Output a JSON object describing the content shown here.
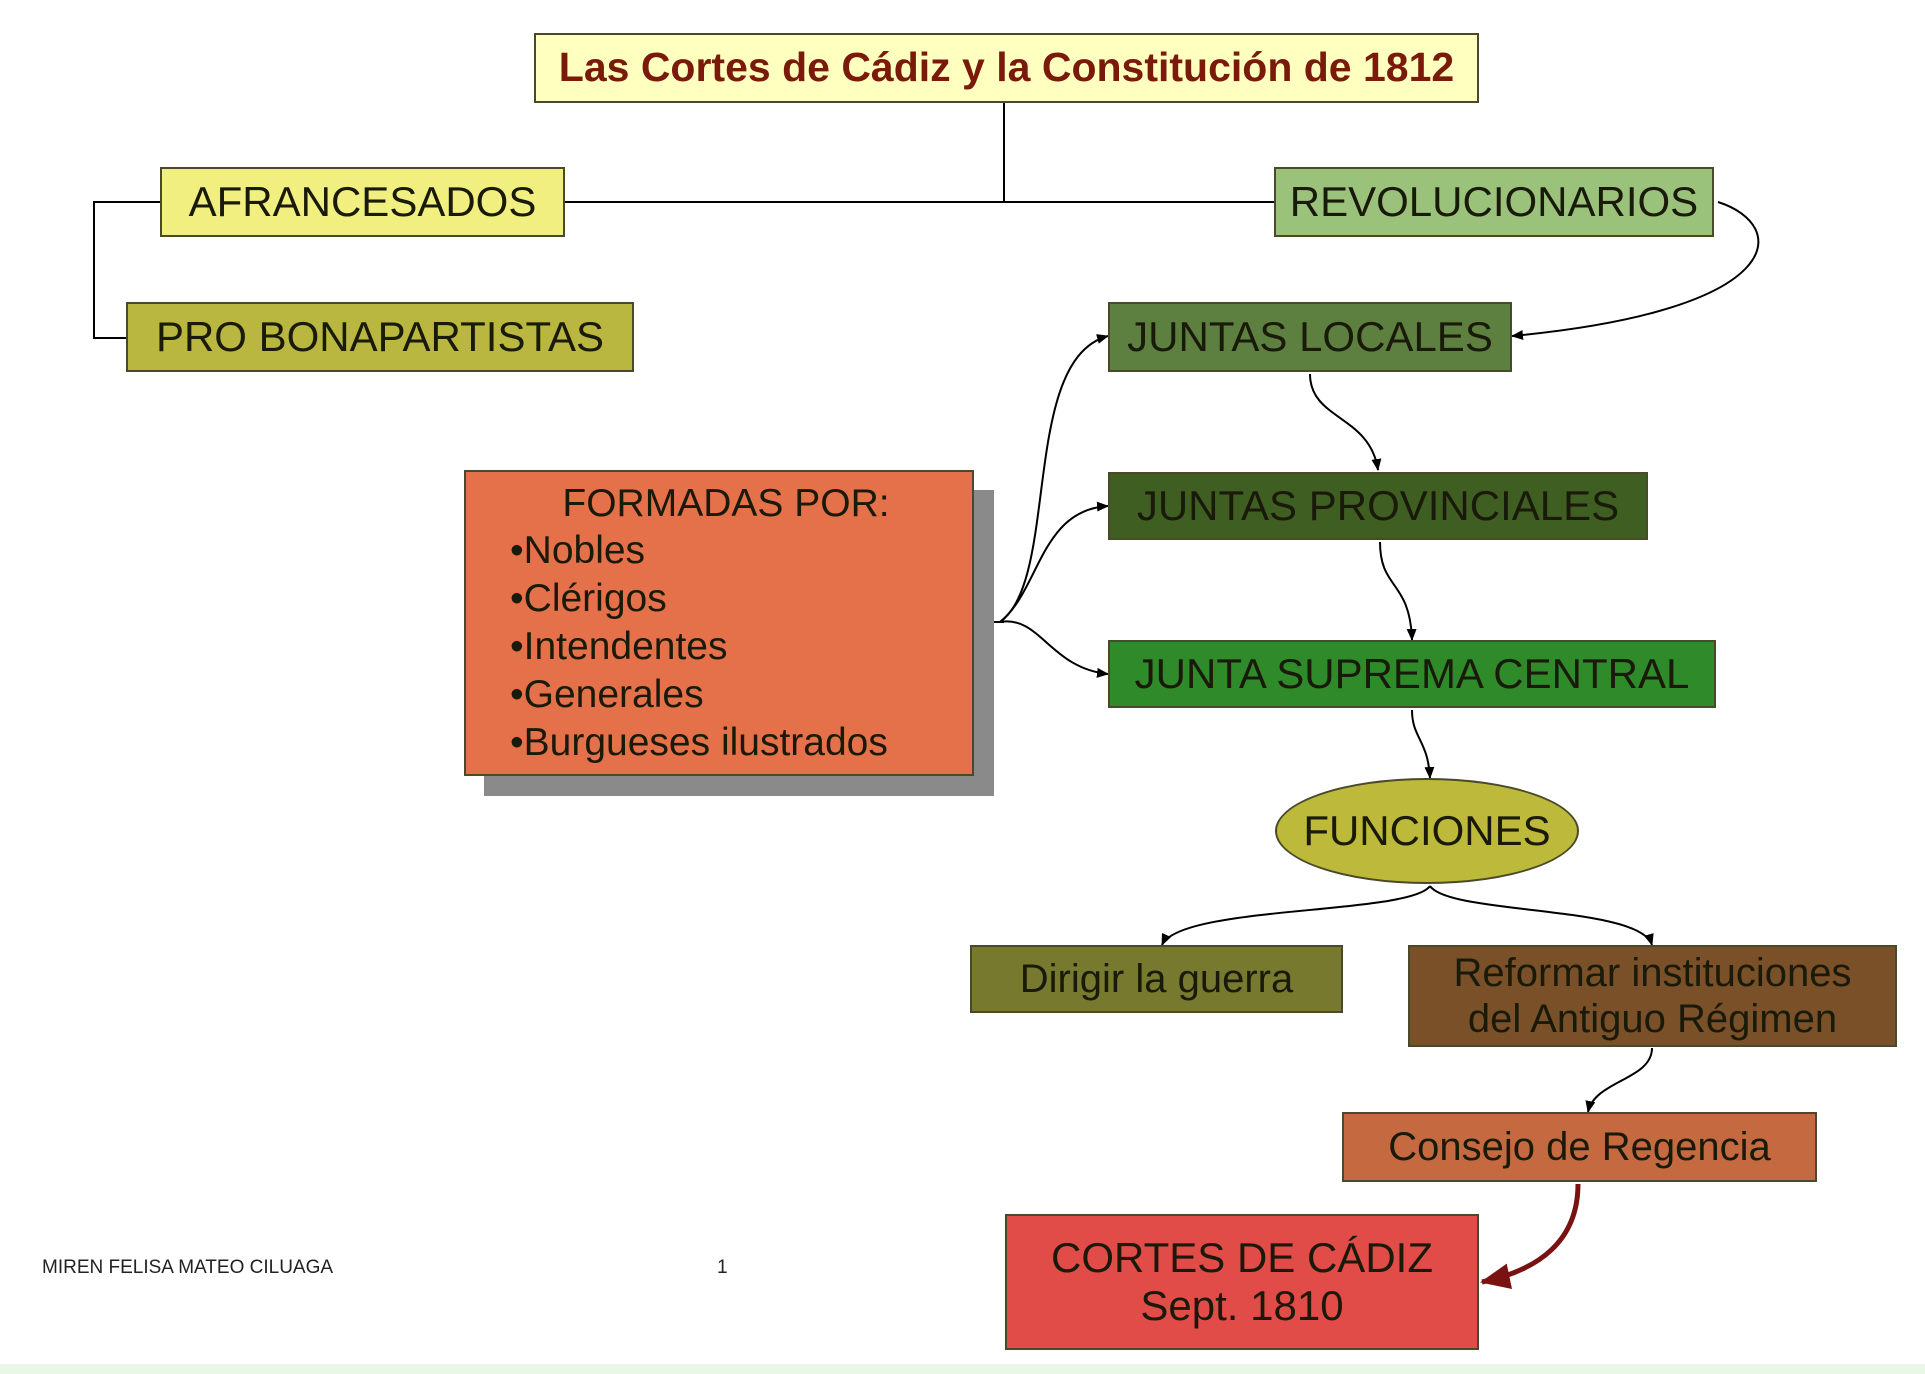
{
  "title": "Las Cortes de Cádiz y la Constitución de 1812",
  "nodes": {
    "afrancesados": "AFRANCESADOS",
    "pro_bonapartistas": "PRO BONAPARTISTAS",
    "revolucionarios": "REVOLUCIONARIOS",
    "juntas_locales": "JUNTAS LOCALES",
    "juntas_provinciales": "JUNTAS PROVINCIALES",
    "junta_suprema": "JUNTA SUPREMA CENTRAL",
    "funciones": "FUNCIONES",
    "dirigir": "Dirigir la guerra",
    "reformar": [
      "Reformar instituciones",
      "del Antiguo Régimen"
    ],
    "consejo": "Consejo de Regencia",
    "cortes": [
      "CORTES DE CÁDIZ",
      "Sept. 1810"
    ]
  },
  "formadas": {
    "heading": "FORMADAS POR:",
    "items": [
      "•Nobles",
      "•Clérigos",
      "•Intendentes",
      "•Generales",
      "•Burgueses ilustrados"
    ]
  },
  "footer": {
    "author": "MIREN FELISA MATEO CILUAGA",
    "page_number": "1"
  },
  "colors": {
    "title_bg": "#ffffbf",
    "title_text": "#7a1a0a",
    "afrancesados": "#f1ef7f",
    "pro_bonapartistas": "#b9b740",
    "revolucionarios": "#9ac27b",
    "juntas_locales": "#5d7f3f",
    "juntas_provinciales": "#3f5e22",
    "junta_suprema": "#2f8a2a",
    "funciones": "#bdb93a",
    "dirigir": "#77792e",
    "reformar": "#7a5028",
    "consejo": "#c56a40",
    "cortes": "#e14c48",
    "formadas": "#e4714a",
    "connector": "#000000",
    "accent_arrow": "#7a1212"
  }
}
